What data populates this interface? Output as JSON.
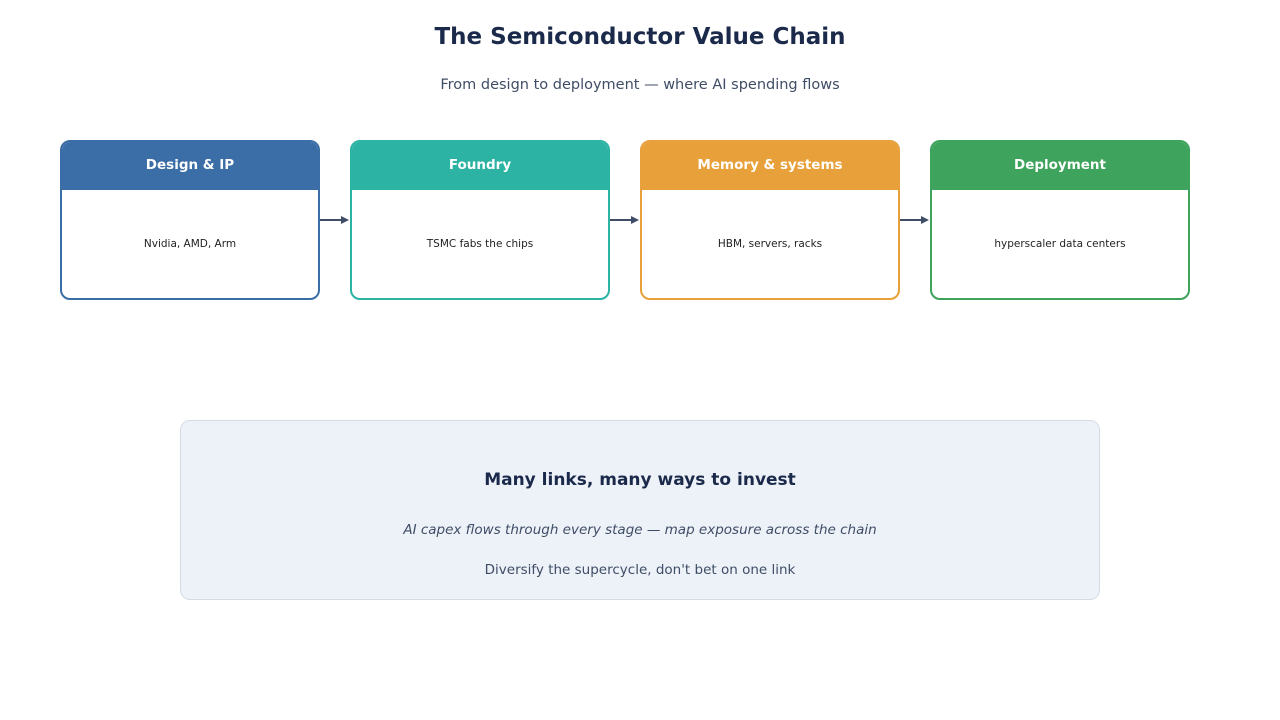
{
  "header": {
    "title": "The Semiconductor Value Chain",
    "subtitle": "From design to deployment — where AI spending flows"
  },
  "stages": [
    {
      "title": "Design & IP",
      "description": "Nvidia, AMD, Arm",
      "color": "#3b6ea6"
    },
    {
      "title": "Foundry",
      "description": "TSMC fabs the chips",
      "color": "#2db3a3"
    },
    {
      "title": "Memory & systems",
      "description": "HBM, servers, racks",
      "color": "#e8a03a"
    },
    {
      "title": "Deployment",
      "description": "hyperscaler data centers",
      "color": "#3ea35c"
    }
  ],
  "arrow_color": "#3f4d66",
  "summary": {
    "heading": "Many links, many ways to invest",
    "line1": "AI capex flows through every stage — map exposure across the chain",
    "line2": "Diversify the supercycle, don't bet on one link"
  }
}
